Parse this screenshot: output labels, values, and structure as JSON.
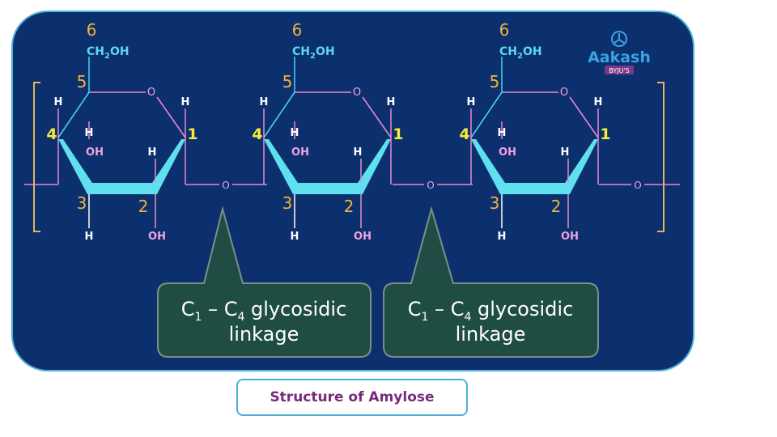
{
  "numbers": {
    "c6": "6",
    "c5": "5",
    "c4": "4",
    "c3": "3",
    "c2": "2",
    "c1": "1"
  },
  "atoms": {
    "ch2oh_ch": "CH",
    "ch2oh_sub": "2",
    "ch2oh_oh": "OH",
    "ring_o": "O",
    "h": "H",
    "oh": "OH",
    "bridge_o": "O"
  },
  "callouts": [
    {
      "c_main": "C",
      "c_sub1": "1",
      "dash": " – ",
      "c_sub4": "4",
      "line1_rest": " glycosidic",
      "line2": "linkage"
    },
    {
      "c_main": "C",
      "c_sub1": "1",
      "dash": " – ",
      "c_sub4": "4",
      "line1_rest": " glycosidic",
      "line2": "linkage"
    }
  ],
  "logo": {
    "name": "Aakash",
    "tag": "BYJU'S"
  },
  "caption": "Structure of Amylose",
  "colors": {
    "panel": "#0c2f6e",
    "panel_border": "#4fb0d8",
    "ring_upper": "#e88ad0",
    "ring_side": "#44d6e8",
    "wedge": "#5fe0ee",
    "carbon_num": "#f0b43c",
    "c14_num": "#f7ec3a",
    "atom_text": "#ffffff",
    "oh_text": "#f4a2df",
    "ch2oh_text": "#5fd6f0",
    "bracket": "#e2b85a",
    "callout_fill": "#1f4d44",
    "callout_border": "#7a8f88",
    "logo_text": "#3aa3e0"
  }
}
